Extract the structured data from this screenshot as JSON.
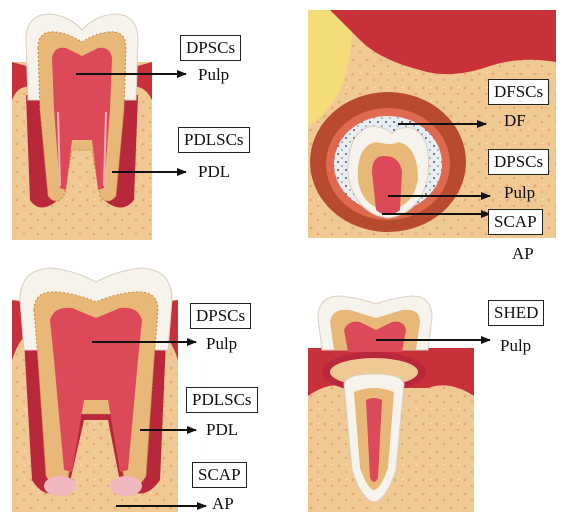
{
  "panels": {
    "top_left": {
      "labels": [
        {
          "cell": "DPSCs",
          "tissue": "Pulp"
        },
        {
          "cell": "PDLSCs",
          "tissue": "PDL"
        }
      ]
    },
    "top_right": {
      "labels": [
        {
          "cell": "DFSCs",
          "tissue": "DF"
        },
        {
          "cell": "DPSCs",
          "tissue": "Pulp"
        },
        {
          "cell": "SCAP",
          "tissue": "AP"
        }
      ]
    },
    "bottom_left": {
      "labels": [
        {
          "cell": "DPSCs",
          "tissue": "Pulp"
        },
        {
          "cell": "PDLSCs",
          "tissue": "PDL"
        },
        {
          "cell": "SCAP",
          "tissue": "AP"
        }
      ]
    },
    "bottom_right": {
      "labels": [
        {
          "cell": "SHED",
          "tissue": "Pulp"
        }
      ]
    }
  },
  "colors": {
    "bone": "#f0c894",
    "gum": "#c8303a",
    "enamel": "#f6f2ec",
    "dentin": "#e8b878",
    "pulp": "#dc4a5a",
    "follicle": "#b84a30"
  }
}
